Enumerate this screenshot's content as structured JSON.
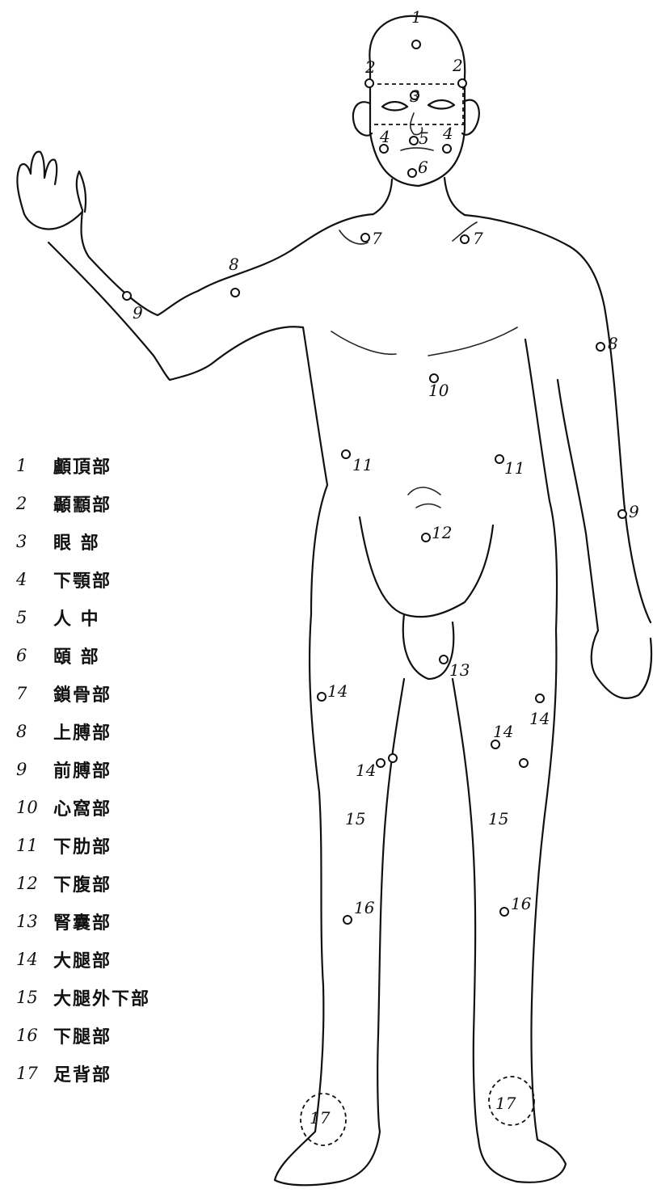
{
  "legend": [
    {
      "num": "1",
      "label": "顱頂部"
    },
    {
      "num": "2",
      "label": "顳顬部"
    },
    {
      "num": "3",
      "label": "眼 部"
    },
    {
      "num": "4",
      "label": "下顎部"
    },
    {
      "num": "5",
      "label": "人 中"
    },
    {
      "num": "6",
      "label": "頤 部"
    },
    {
      "num": "7",
      "label": "鎖骨部"
    },
    {
      "num": "8",
      "label": "上膊部"
    },
    {
      "num": "9",
      "label": "前膊部"
    },
    {
      "num": "10",
      "label": "心窩部"
    },
    {
      "num": "11",
      "label": "下肋部"
    },
    {
      "num": "12",
      "label": "下腹部"
    },
    {
      "num": "13",
      "label": "腎囊部"
    },
    {
      "num": "14",
      "label": "大腿部"
    },
    {
      "num": "15",
      "label": "大腿外下部"
    },
    {
      "num": "16",
      "label": "下腿部"
    },
    {
      "num": "17",
      "label": "足背部"
    }
  ],
  "markers": [
    "1",
    "2",
    "2",
    "3",
    "4",
    "4",
    "5",
    "6",
    "7",
    "7",
    "8",
    "8",
    "9",
    "9",
    "10",
    "11",
    "11",
    "12",
    "13",
    "14",
    "14",
    "14",
    "14",
    "15",
    "15",
    "16",
    "16",
    "17",
    "17"
  ]
}
